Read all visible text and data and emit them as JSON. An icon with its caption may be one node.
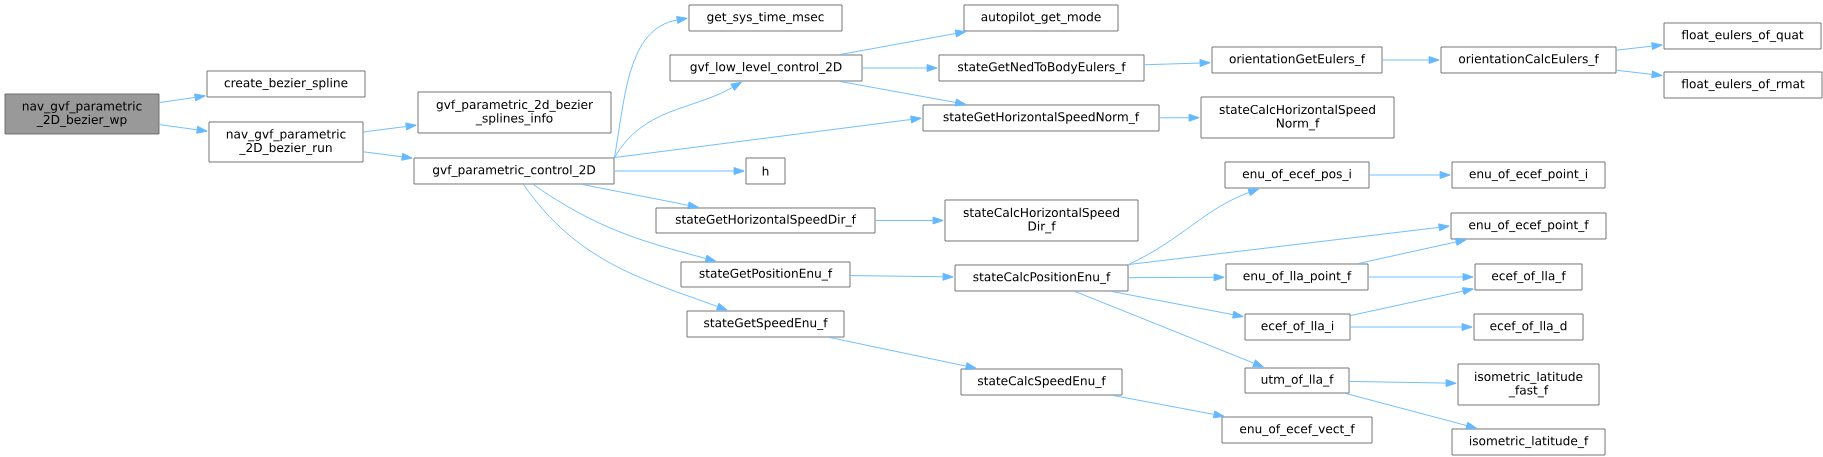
{
  "diagram": {
    "nodes": [
      {
        "text": [
          "nav_gvf_parametric _2D_bezier_wp"
        ]
      },
      {
        "text": [
          "create_bezier_spline"
        ]
      },
      {
        "text": [
          "nav_gvf_parametric _2D_bezier_run"
        ]
      },
      {
        "text": [
          "gvf_parametric_2d_bezier _splines_info"
        ]
      },
      {
        "text": [
          "gvf_parametric_control_2D"
        ]
      },
      {
        "text": [
          "get_sys_time_msec"
        ]
      },
      {
        "text": [
          "gvf_low_level_control_2D"
        ]
      },
      {
        "text": [
          "h"
        ]
      },
      {
        "text": [
          "stateGetHorizontalSpeedDir_f"
        ]
      },
      {
        "text": [
          "stateGetPositionEnu_f"
        ]
      },
      {
        "text": [
          "stateGetSpeedEnu_f"
        ]
      },
      {
        "text": [
          "autopilot_get_mode"
        ]
      },
      {
        "text": [
          "stateGetNedToBodyEulers_f"
        ]
      },
      {
        "text": [
          "stateGetHorizontalSpeedNorm_f"
        ]
      },
      {
        "text": [
          "stateCalcHorizontalSpeed Dir_f"
        ]
      },
      {
        "text": [
          "stateCalcPositionEnu_f"
        ]
      },
      {
        "text": [
          "stateCalcSpeedEnu_f"
        ]
      },
      {
        "text": [
          "orientationGetEulers_f"
        ]
      },
      {
        "text": [
          "orientationCalcEulers_f"
        ]
      },
      {
        "text": [
          "float_eulers_of_quat"
        ]
      },
      {
        "text": [
          "float_eulers_of_rmat"
        ]
      },
      {
        "text": [
          "stateCalcHorizontalSpeed Norm_f"
        ]
      },
      {
        "text": [
          "enu_of_ecef_pos_i"
        ]
      },
      {
        "text": [
          "enu_of_ecef_point_i"
        ]
      },
      {
        "text": [
          "enu_of_ecef_point_f"
        ]
      },
      {
        "text": [
          "enu_of_lla_point_f"
        ]
      },
      {
        "text": [
          "ecef_of_lla_f"
        ]
      },
      {
        "text": [
          "ecef_of_lla_i"
        ]
      },
      {
        "text": [
          "ecef_of_lla_d"
        ]
      },
      {
        "text": [
          "utm_of_lla_f"
        ]
      },
      {
        "text": [
          "isometric_latitude _fast_f"
        ]
      },
      {
        "text": [
          "isometric_latitude_f"
        ]
      },
      {
        "text": [
          "enu_of_ecef_vect_f"
        ]
      }
    ],
    "edges": [
      {
        "from": 0,
        "to": 1,
        "arrow": "to"
      },
      {
        "from": 0,
        "to": 2,
        "arrow": "to"
      },
      {
        "from": 2,
        "to": 3,
        "arrow": "to"
      },
      {
        "from": 2,
        "to": 4,
        "arrow": "to"
      },
      {
        "from": 4,
        "to": 5,
        "arrow": "to"
      },
      {
        "from": 4,
        "to": 6,
        "arrow": "to"
      },
      {
        "from": 4,
        "to": 13,
        "arrow": "to"
      },
      {
        "from": 4,
        "to": 7,
        "arrow": "to"
      },
      {
        "from": 4,
        "to": 8,
        "arrow": "to"
      },
      {
        "from": 4,
        "to": 9,
        "arrow": "to"
      },
      {
        "from": 4,
        "to": 10,
        "arrow": "to"
      },
      {
        "from": 6,
        "to": 11,
        "arrow": "to"
      },
      {
        "from": 6,
        "to": 12,
        "arrow": "to"
      },
      {
        "from": 6,
        "to": 13,
        "arrow": "to"
      },
      {
        "from": 12,
        "to": 17,
        "arrow": "to"
      },
      {
        "from": 13,
        "to": 21,
        "arrow": "to"
      },
      {
        "from": 8,
        "to": 14,
        "arrow": "to"
      },
      {
        "from": 9,
        "to": 15,
        "arrow": "to"
      },
      {
        "from": 10,
        "to": 16,
        "arrow": "to"
      },
      {
        "from": 17,
        "to": 18,
        "arrow": "to"
      },
      {
        "from": 18,
        "to": 19,
        "arrow": "to"
      },
      {
        "from": 18,
        "to": 20,
        "arrow": "to"
      },
      {
        "from": 15,
        "to": 22,
        "arrow": "to"
      },
      {
        "from": 15,
        "to": 24,
        "arrow": "to"
      },
      {
        "from": 15,
        "to": 25,
        "arrow": "to"
      },
      {
        "from": 15,
        "to": 27,
        "arrow": "to"
      },
      {
        "from": 15,
        "to": 29,
        "arrow": "to"
      },
      {
        "from": 22,
        "to": 23,
        "arrow": "to"
      },
      {
        "from": 25,
        "to": 24,
        "arrow": "to"
      },
      {
        "from": 25,
        "to": 26,
        "arrow": "to"
      },
      {
        "from": 27,
        "to": 26,
        "arrow": "to"
      },
      {
        "from": 27,
        "to": 28,
        "arrow": "to"
      },
      {
        "from": 29,
        "to": 30,
        "arrow": "to"
      },
      {
        "from": 29,
        "to": 31,
        "arrow": "to"
      },
      {
        "from": 16,
        "to": 32,
        "arrow": "to"
      }
    ]
  }
}
